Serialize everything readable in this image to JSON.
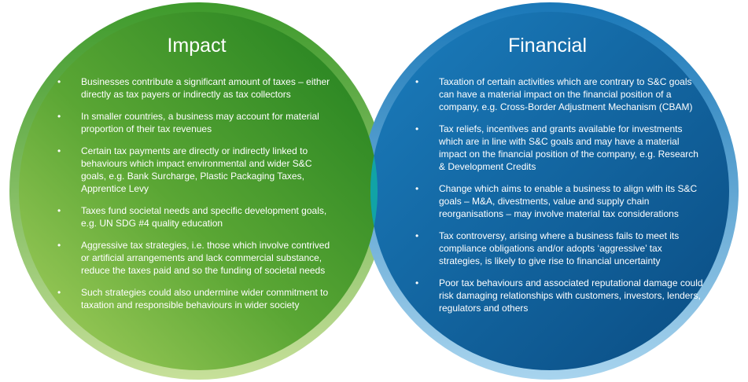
{
  "impact": {
    "title": "Impact",
    "color_light": "#8ec24a",
    "color_dark": "#2a8a24",
    "points": [
      "Businesses contribute a significant amount of taxes – either directly as tax payers or indirectly as tax collectors",
      "In smaller countries, a business may account for material proportion of their tax revenues",
      "Certain tax payments are directly or indirectly linked to behaviours which impact environmental and wider S&C goals, e.g. Bank Surcharge, Plastic Packaging Taxes, Apprentice Levy",
      "Taxes fund societal needs and specific development goals, e.g. UN SDG #4 quality education",
      "Aggressive tax strategies, i.e. those which involve contrived or artificial arrangements and lack commercial substance, reduce the taxes paid and so the funding of societal needs",
      "Such strategies could also undermine wider commitment to taxation and responsible behaviours in wider society"
    ]
  },
  "financial": {
    "title": "Financial",
    "color_light": "#1e86c4",
    "color_dark": "#0b4f86",
    "points": [
      "Taxation of certain activities which are contrary to S&C goals can have a material impact on the financial position of a company, e.g. Cross-Border Adjustment Mechanism (CBAM)",
      "Tax reliefs, incentives and grants available for investments which are in line with S&C goals and may have a material impact on the financial position of the company, e.g. Research & Development Credits",
      "Change which aims to enable a business to align with its S&C goals – M&A, divestments, value and supply chain reorganisations – may involve material tax considerations",
      "Tax controversy, arising where a business fails to meet its compliance obligations and/or adopts ‘aggressive’ tax strategies, is likely to give rise to financial uncertainty",
      "Poor tax behaviours and associated reputational damage could risk damaging relationships with customers, investors, lenders, regulators and others"
    ]
  },
  "overlap_color": "#10a6a8"
}
